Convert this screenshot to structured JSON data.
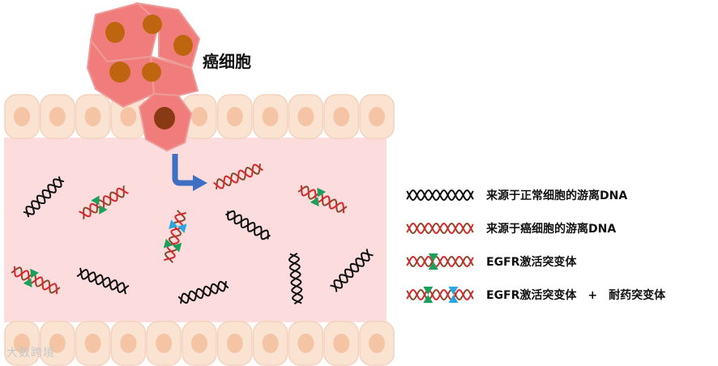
{
  "cancer_cell_label": "癌细胞",
  "legend": [
    {
      "text": "来源于正常细胞的游离DNA",
      "icon": "normal-dna"
    },
    {
      "text": "来源于癌细胞的游离DNA",
      "icon": "tumor-dna"
    },
    {
      "text": "EGFR激活突变体",
      "icon": "egfr-activating-mutant"
    },
    {
      "text": "EGFR激活突变体　+　耐药突变体",
      "icon": "egfr-resistance-mutant"
    }
  ],
  "watermark": "大数跨境",
  "colors": {
    "vessel": "#fcdcdc",
    "endothelial_cell": "#fbe3d2",
    "nucleus": "#f5c4a4",
    "cancer_cell": "#f07d7c",
    "cancer_nucleus": "#c0650f",
    "normal_dna": "#111111",
    "tumor_dna_red": "#d9272e",
    "tumor_dna_brown": "#8a4a2a",
    "activating_mutation": "#1aa05a",
    "resistance_mutation": "#29a7df",
    "arrow": "#3d6fc2"
  }
}
